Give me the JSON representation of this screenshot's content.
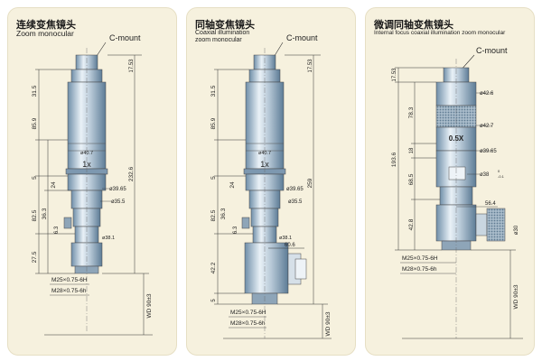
{
  "panels": [
    {
      "title_cn": "连续变焦镜头",
      "title_en": "Zoom monocular",
      "mount_label": "C-mount",
      "zoom_label": "1x",
      "dims": {
        "top_height": "17.53",
        "d1": "31.5",
        "d2": "85.9",
        "d3": "5",
        "d4": "24",
        "d5": "82.5",
        "d6": "36.3",
        "d7": "6.3",
        "d8": "27.5",
        "total": "232.6",
        "dia1": "ø40.7",
        "dia2": "ø39.65",
        "dia3": "ø35.5",
        "dia4": "ø38.1",
        "thread1": "M25×0.75-6H",
        "thread2": "M28×0.75-6h",
        "wd": "WD 90±3"
      }
    },
    {
      "title_cn": "同轴变焦镜头",
      "title_en_1": "Coaxial illumination",
      "title_en_2": "zoom monocular",
      "mount_label": "C-mount",
      "zoom_label": "1x",
      "dims": {
        "top_height": "17.53",
        "d1": "31.5",
        "d2": "85.9",
        "d3": "5",
        "d4": "24",
        "d5": "82.5",
        "d6": "36.3",
        "d7": "6.3",
        "d8": "42.2",
        "d9": "5",
        "total": "259",
        "dia1": "ø40.7",
        "dia2": "ø39.65",
        "dia3": "ø35.5",
        "dia4": "ø38.1",
        "side": "60.6",
        "thread1": "M25×0.75-6H",
        "thread2": "M28×0.75-6h",
        "wd": "WD 90±3"
      }
    },
    {
      "title_cn": "微调同轴变焦镜头",
      "title_en": "Internal focus coaxial illumination zoom monocular",
      "mount_label": "C-mount",
      "zoom_label": "0.5X",
      "dims": {
        "top_height": "17.53",
        "d1": "78.3",
        "d2": "18",
        "d3": "68.5",
        "d4": "42.8",
        "total": "193.6",
        "dia1": "ø42.6",
        "dia2": "ø42.7",
        "dia3": "ø39.65",
        "dia4": "ø38",
        "tol_up": "0",
        "tol_down": "-0.1",
        "side": "56.4",
        "side_dia": "ø30",
        "thread1": "M25×0.75-6H",
        "thread2": "M28×0.75-6h",
        "wd": "WD 90±3"
      }
    }
  ]
}
